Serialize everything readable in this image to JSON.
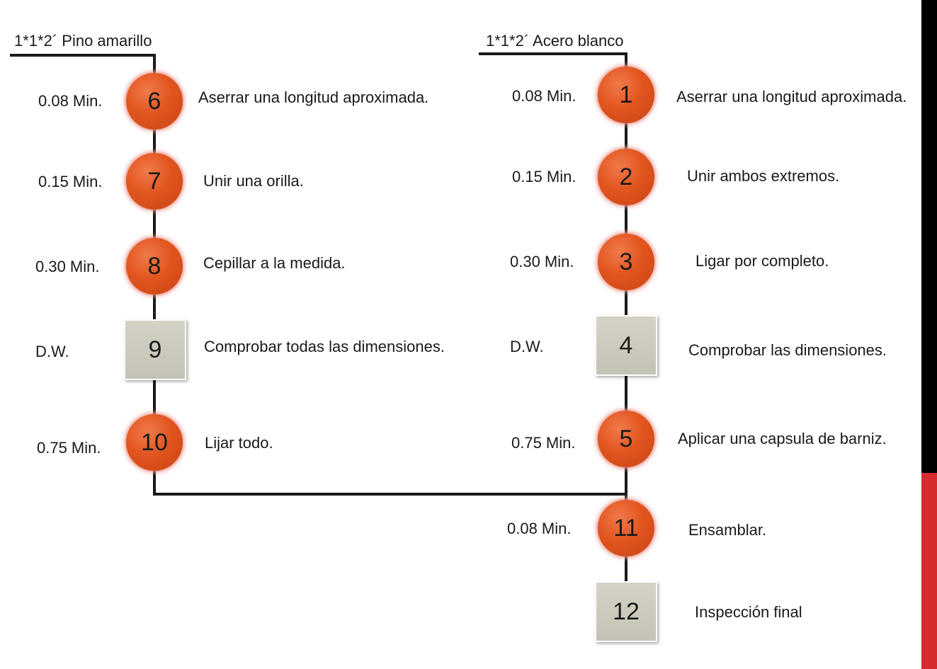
{
  "colors": {
    "operation": "#e2551f",
    "inspection": "#c9c8bb",
    "line": "#1a1a1a",
    "bar_dark": "#000000",
    "bar_red": "#d62b2f"
  },
  "left_branch": {
    "header": "1*1*2´ Pino amarillo",
    "steps": [
      {
        "number": "6",
        "kind": "operation",
        "time": "0.08 Min.",
        "description": "Aserrar una longitud aproximada."
      },
      {
        "number": "7",
        "kind": "operation",
        "time": "0.15 Min.",
        "description": "Unir una orilla."
      },
      {
        "number": "8",
        "kind": "operation",
        "time": "0.30 Min.",
        "description": "Cepillar  a la medida."
      },
      {
        "number": "9",
        "kind": "inspection",
        "time": "D.W.",
        "description": "Comprobar todas las dimensiones."
      },
      {
        "number": "10",
        "kind": "operation",
        "time": "0.75 Min.",
        "description": "Lijar todo."
      }
    ]
  },
  "right_branch": {
    "header": "1*1*2´ Acero blanco",
    "steps": [
      {
        "number": "1",
        "kind": "operation",
        "time": "0.08 Min.",
        "description": "Aserrar una longitud aproximada."
      },
      {
        "number": "2",
        "kind": "operation",
        "time": "0.15 Min.",
        "description": "Unir ambos extremos."
      },
      {
        "number": "3",
        "kind": "operation",
        "time": "0.30 Min.",
        "description": "Ligar  por completo."
      },
      {
        "number": "4",
        "kind": "inspection",
        "time": "D.W.",
        "description": "Comprobar las dimensiones."
      },
      {
        "number": "5",
        "kind": "operation",
        "time": "0.75 Min.",
        "description": "Aplicar una capsula de barniz."
      }
    ]
  },
  "final_steps": [
    {
      "number": "11",
      "kind": "operation",
      "time": "0.08 Min.",
      "description": "Ensamblar."
    },
    {
      "number": "12",
      "kind": "inspection",
      "time": "",
      "description": "Inspección  final"
    }
  ]
}
